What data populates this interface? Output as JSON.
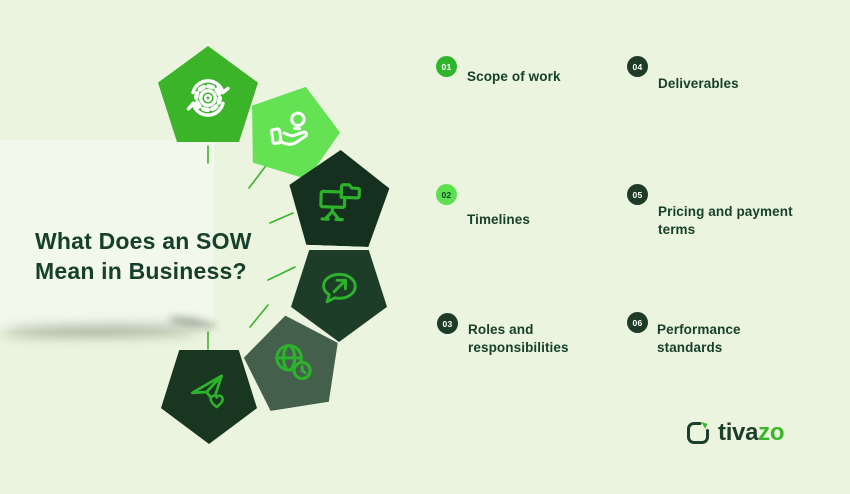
{
  "title": {
    "line1": "What Does an SOW",
    "line2": "Mean in Business?"
  },
  "items": [
    {
      "number": "01",
      "label": "Scope of work",
      "badge_style": "green"
    },
    {
      "number": "02",
      "label": "Timelines",
      "badge_style": "light-green"
    },
    {
      "number": "03",
      "label": "Roles and\nresponsibilities",
      "badge_style": "dark"
    },
    {
      "number": "04",
      "label": "Deliverables",
      "badge_style": "dark"
    },
    {
      "number": "05",
      "label": "Pricing and payment\nterms",
      "badge_style": "dark"
    },
    {
      "number": "06",
      "label": "Performance\nstandards",
      "badge_style": "dark"
    }
  ],
  "pentagons": [
    {
      "icon": "sync-gear-icon",
      "color": "#3bb42a"
    },
    {
      "icon": "hand-lightbulb-icon",
      "color": "#64e253"
    },
    {
      "icon": "presentation-folder-icon",
      "color": "#16301f"
    },
    {
      "icon": "speech-bubble-arrow-icon",
      "color": "#1d3d29"
    },
    {
      "icon": "globe-clock-icon",
      "color": "#44604c"
    },
    {
      "icon": "paper-plane-heart-icon",
      "color": "#193720"
    }
  ],
  "logo": {
    "text_primary": "tiva",
    "text_accent": "zo"
  },
  "colors": {
    "background": "#eaf4df",
    "icon_stroke_green": "#2db32b",
    "ray_green": "#3ab42c",
    "text_dark": "#17402b",
    "badge_green": "#2eb52c",
    "badge_light_green": "#5ce04f",
    "badge_dark": "#1d3b27",
    "logo_dark": "#1c3e2a",
    "logo_accent": "#3cb52c"
  }
}
